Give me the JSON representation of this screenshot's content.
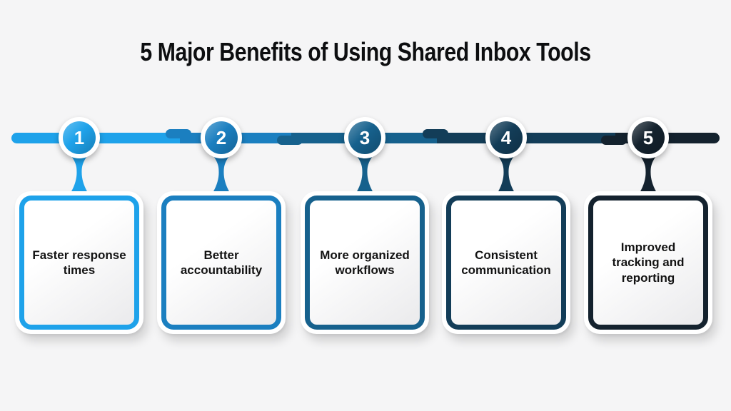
{
  "title": "5 Major Benefits of Using Shared Inbox Tools",
  "colors": {
    "background": "#f5f5f6",
    "title_text": "#0d0e10",
    "card_text": "#131313",
    "card_frame": "#ffffff",
    "number_text": "#ffffff"
  },
  "steps": [
    {
      "number": "1",
      "label": "Faster response times",
      "color": "#1ea2ea"
    },
    {
      "number": "2",
      "label": "Better accountability",
      "color": "#1b7fc0"
    },
    {
      "number": "3",
      "label": "More organized workflows",
      "color": "#16618d"
    },
    {
      "number": "4",
      "label": "Consistent communication",
      "color": "#133d58"
    },
    {
      "number": "5",
      "label": "Improved tracking and reporting",
      "color": "#14222e"
    }
  ]
}
